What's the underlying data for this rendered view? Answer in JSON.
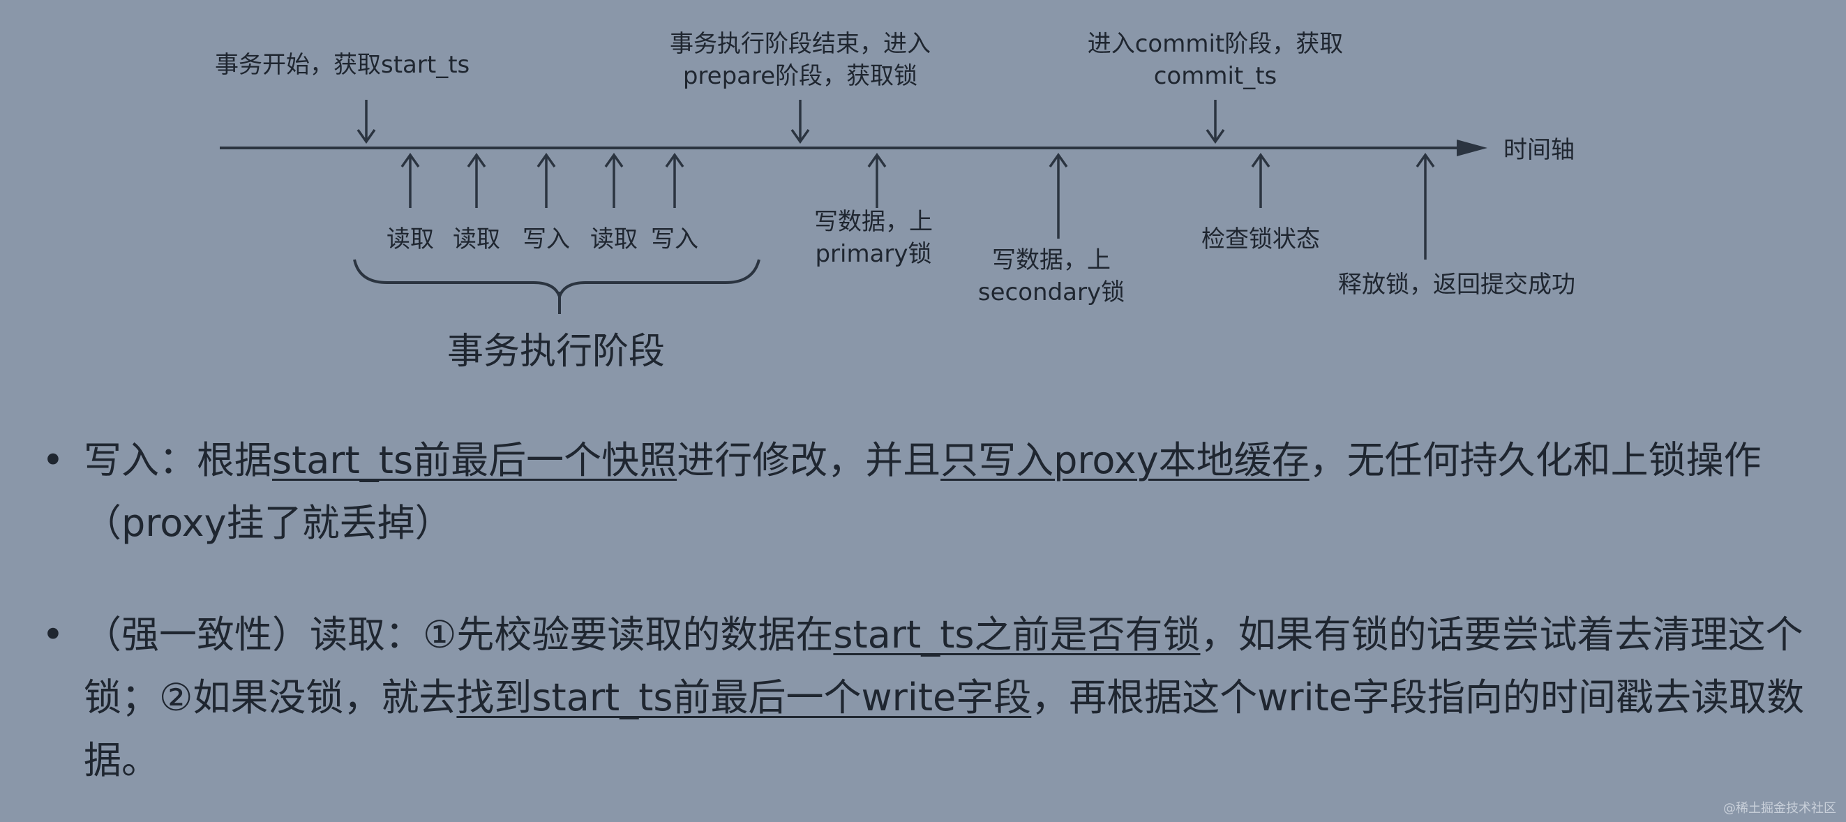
{
  "timeline": {
    "axis_label": "时间轴",
    "top_events": [
      {
        "lines": [
          "事务开始，获取start_ts"
        ]
      },
      {
        "lines": [
          "事务执行阶段结束，进入",
          "prepare阶段，获取锁"
        ]
      },
      {
        "lines": [
          "进入commit阶段，获取",
          "commit_ts"
        ]
      }
    ],
    "bottom_events": [
      {
        "lines": [
          "读取"
        ]
      },
      {
        "lines": [
          "读取"
        ]
      },
      {
        "lines": [
          "写入"
        ]
      },
      {
        "lines": [
          "读取"
        ]
      },
      {
        "lines": [
          "写入"
        ]
      },
      {
        "lines": [
          "写数据，上",
          "primary锁"
        ]
      },
      {
        "lines": [
          "写数据，上",
          "secondary锁"
        ]
      },
      {
        "lines": [
          "检查锁状态"
        ]
      },
      {
        "lines": [
          "释放锁，返回提交成功"
        ]
      }
    ],
    "phase_label": "事务执行阶段"
  },
  "bullets": [
    {
      "parts": [
        {
          "text": "写入：根据",
          "u": false
        },
        {
          "text": "start_ts前最后一个快照",
          "u": true
        },
        {
          "text": "进行修改，并且",
          "u": false
        },
        {
          "text": "只写入proxy本地缓存",
          "u": true
        },
        {
          "text": "，无任何持久化和上锁操作（proxy挂了就丢掉）",
          "u": false
        }
      ]
    },
    {
      "parts": [
        {
          "text": "（强一致性）读取：①先校验要读取的数据在",
          "u": false
        },
        {
          "text": "start_ts之前是否有锁",
          "u": true
        },
        {
          "text": "，如果有锁的话要尝试着去清理这个锁；②如果没锁，就去",
          "u": false
        },
        {
          "text": "找到start_ts前最后一个write字段",
          "u": true
        },
        {
          "text": "，再根据这个write字段指向的时间戳去读取数据。",
          "u": false
        }
      ]
    }
  ],
  "watermark": "@稀土掘金技术社区"
}
